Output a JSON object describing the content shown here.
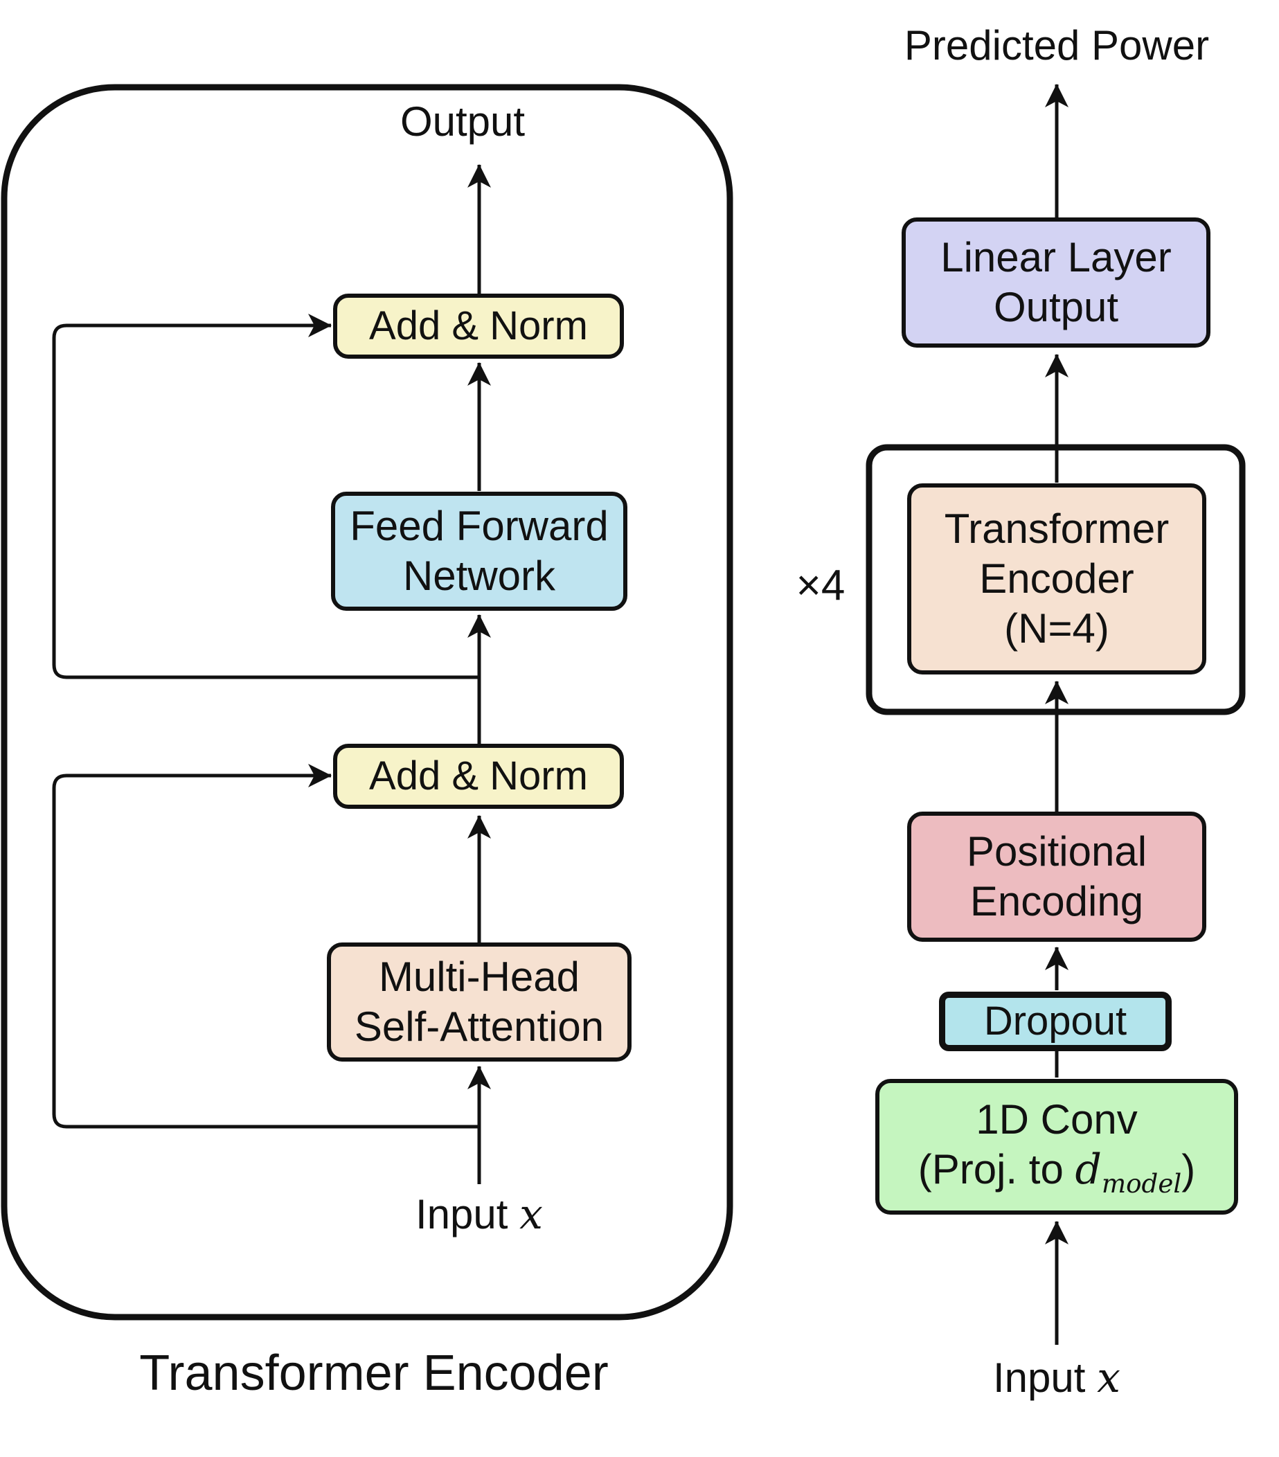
{
  "encoder_detail": {
    "caption": "Transformer Encoder",
    "output_label": "Output",
    "input_label": "Input",
    "input_var": "x",
    "add_norm_top": "Add & Norm",
    "ffn": [
      "Feed Forward",
      "Network"
    ],
    "add_norm_bottom": "Add & Norm",
    "mhsa": [
      "Multi-Head",
      "Self-Attention"
    ]
  },
  "pipeline": {
    "output_label": "Predicted Power",
    "input_label": "Input",
    "input_var": "x",
    "linear": [
      "Linear Layer",
      "Output"
    ],
    "repeat_label": "×4",
    "encoder": [
      "Transformer",
      "Encoder",
      "(N=4)"
    ],
    "positional": [
      "Positional",
      "Encoding"
    ],
    "dropout": "Dropout",
    "conv_line1": "1D Conv",
    "conv_line2_prefix": "(Proj. to ",
    "conv_var": "d",
    "conv_sub": "model",
    "conv_line2_suffix": ")"
  },
  "colors": {
    "add_norm": "#f7f3c9",
    "ffn": "#bfe4f0",
    "mhsa": "#f6e1d1",
    "linear": "#d3d3f3",
    "encoder": "#f6e1d1",
    "positional": "#edbcc0",
    "dropout": "#b3e4ec",
    "conv": "#c5f5bf",
    "stroke": "#111111"
  }
}
